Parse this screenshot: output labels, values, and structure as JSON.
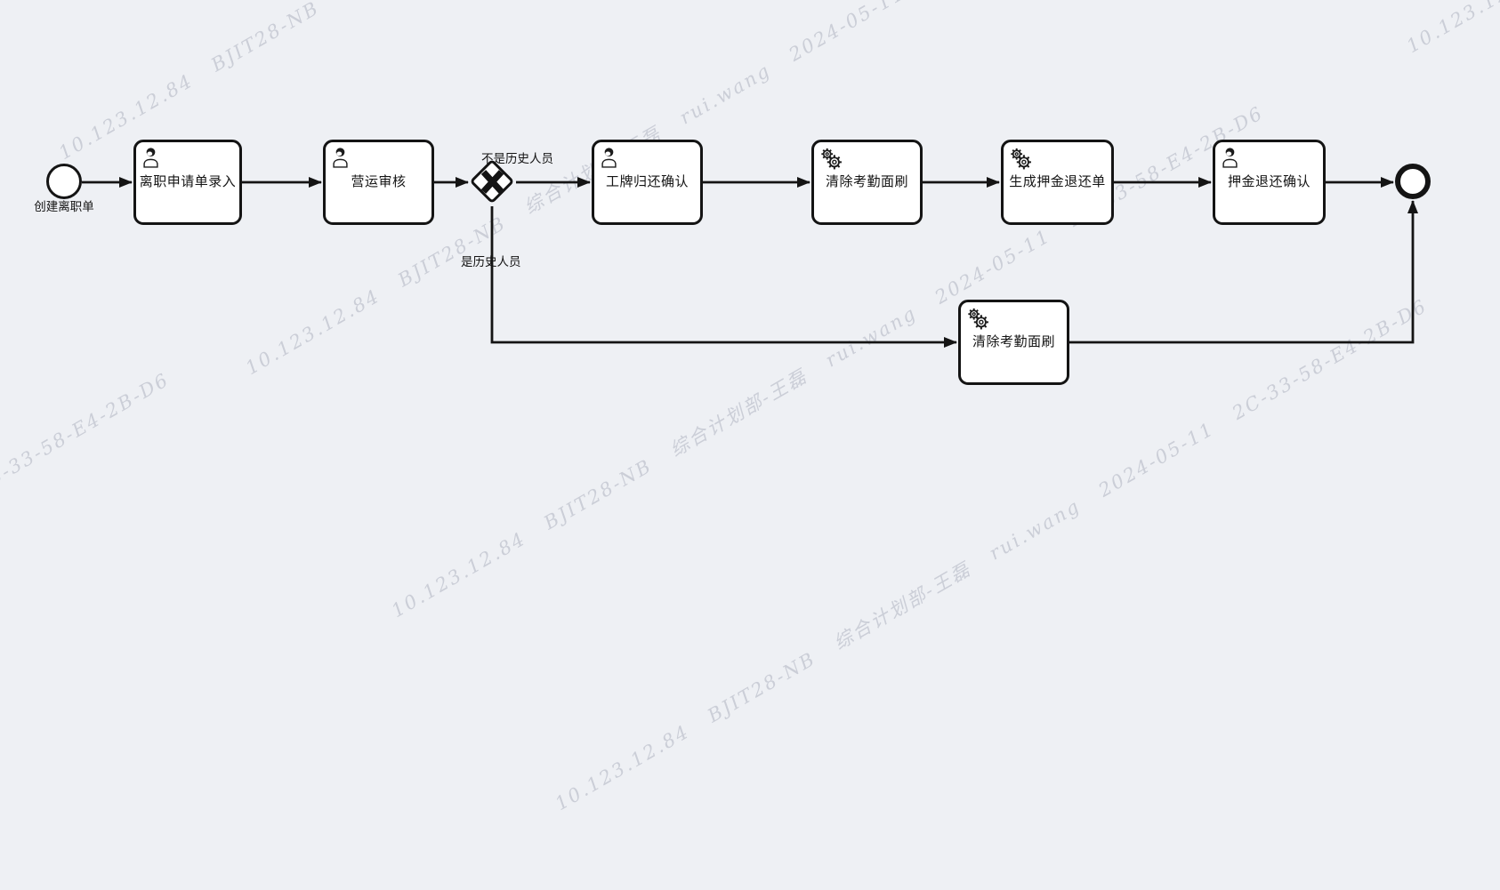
{
  "canvas": {
    "background_color": "#eef0f4",
    "stroke_color": "#141414"
  },
  "process": {
    "start_event": {
      "label": "创建离职单"
    },
    "gateway": {
      "type": "exclusive",
      "symbol": "X"
    },
    "flow_labels": {
      "not_history": "不是历史人员",
      "is_history": "是历史人员"
    },
    "tasks": [
      {
        "label": "离职申请单录入",
        "type": "user"
      },
      {
        "label": "营运审核",
        "type": "user"
      },
      {
        "label": "工牌归还确认",
        "type": "user"
      },
      {
        "label": "清除考勤面刷",
        "type": "service"
      },
      {
        "label": "生成押金退还单",
        "type": "service"
      },
      {
        "label": "押金退还确认",
        "type": "user"
      },
      {
        "label": "清除考勤面刷",
        "type": "service"
      }
    ]
  },
  "watermark": {
    "text": "10.123.12.84   BJIT28-NB   综合计划部-王磊   rui.wang   2024-05-11   2C-33-58-E4-2B-D6"
  }
}
